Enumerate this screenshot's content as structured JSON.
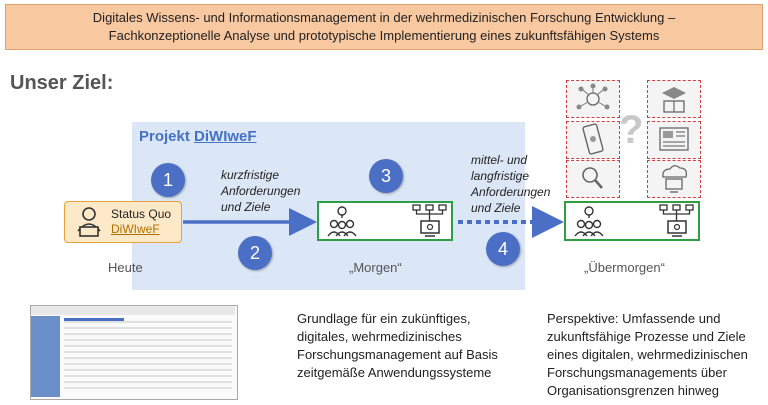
{
  "banner": {
    "line1": "Digitales Wissens- und Informationsmanagement in der wehrmedizinischen Forschung Entwicklung –",
    "line2": "Fachkonzeptionelle Analyse und prototypische Implementierung eines zukunftsfähigen Systems"
  },
  "goal_title": "Unser Ziel:",
  "project": {
    "prefix": "Projekt ",
    "name": "DiWIweF"
  },
  "steps": [
    "1",
    "2",
    "3",
    "4"
  ],
  "status": {
    "line1": "Status Quo",
    "line2": "DiWIweF"
  },
  "arrow1_label": {
    "line1": "kurzfristige",
    "line2": "Anforderungen",
    "line3": "und Ziele"
  },
  "arrow2_label": {
    "line1": "mittel- und",
    "line2": "langfristige",
    "line3": "Anforderungen",
    "line4": "und Ziele"
  },
  "captions": {
    "heute": "Heute",
    "morgen": "„Morgen“",
    "uebermorgen": "„Übermorgen“"
  },
  "question_mark": "?",
  "text_morgen": [
    "Grundlage für ein zukünftiges,",
    "digitales, wehrmedizinisches",
    "Forschungsmanagement auf Basis",
    "zeitgemäße Anwendungssysteme"
  ],
  "text_uebermorgen": [
    "Perspektive: Umfassende und",
    "zukunftsfähige Prozesse und Ziele",
    "eines digitalen, wehrmedizinischen",
    "Forschungsmanagements über",
    "Organisationsgrenzen hinweg"
  ],
  "colors": {
    "accent": "#4472c4",
    "green": "#2e9e44",
    "banner": "#f8c8a0",
    "dashed_red": "#d04040"
  },
  "icons": [
    "person-laptop-icon",
    "idea-people-icon",
    "network-computer-icon",
    "screenshot-thumbnail",
    "globe-network-icon",
    "school-icon",
    "smartphone-icon",
    "newspaper-icon",
    "magnifier-icon",
    "cloud-computer-icon"
  ]
}
